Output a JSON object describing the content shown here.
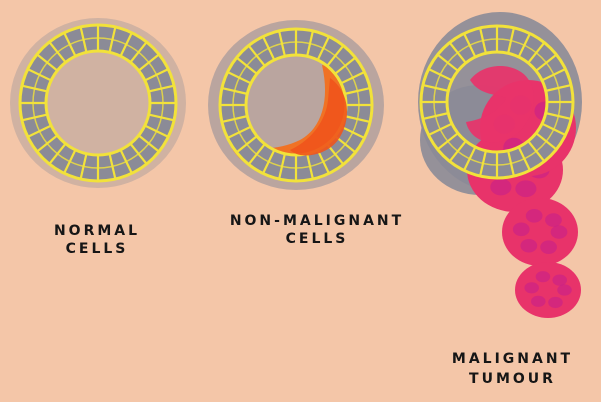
{
  "diagram": {
    "colors": {
      "background": "#f4c6a8",
      "tissue_grey": "#8b8b97",
      "cell_outline": "#f2e23a",
      "non_malignant_growth": "#f26f1f",
      "malignant_growth": "#e8336a",
      "malignant_mottle": "#c7208a"
    },
    "panels": [
      {
        "id": "normal",
        "label_lines": [
          "NORMAL",
          "CELLS"
        ]
      },
      {
        "id": "non-malignant",
        "label_lines": [
          "NON-MALIGNANT",
          "CELLS"
        ]
      },
      {
        "id": "malignant",
        "label_lines": [
          "MALIGNANT",
          "TUMOUR"
        ]
      }
    ]
  }
}
